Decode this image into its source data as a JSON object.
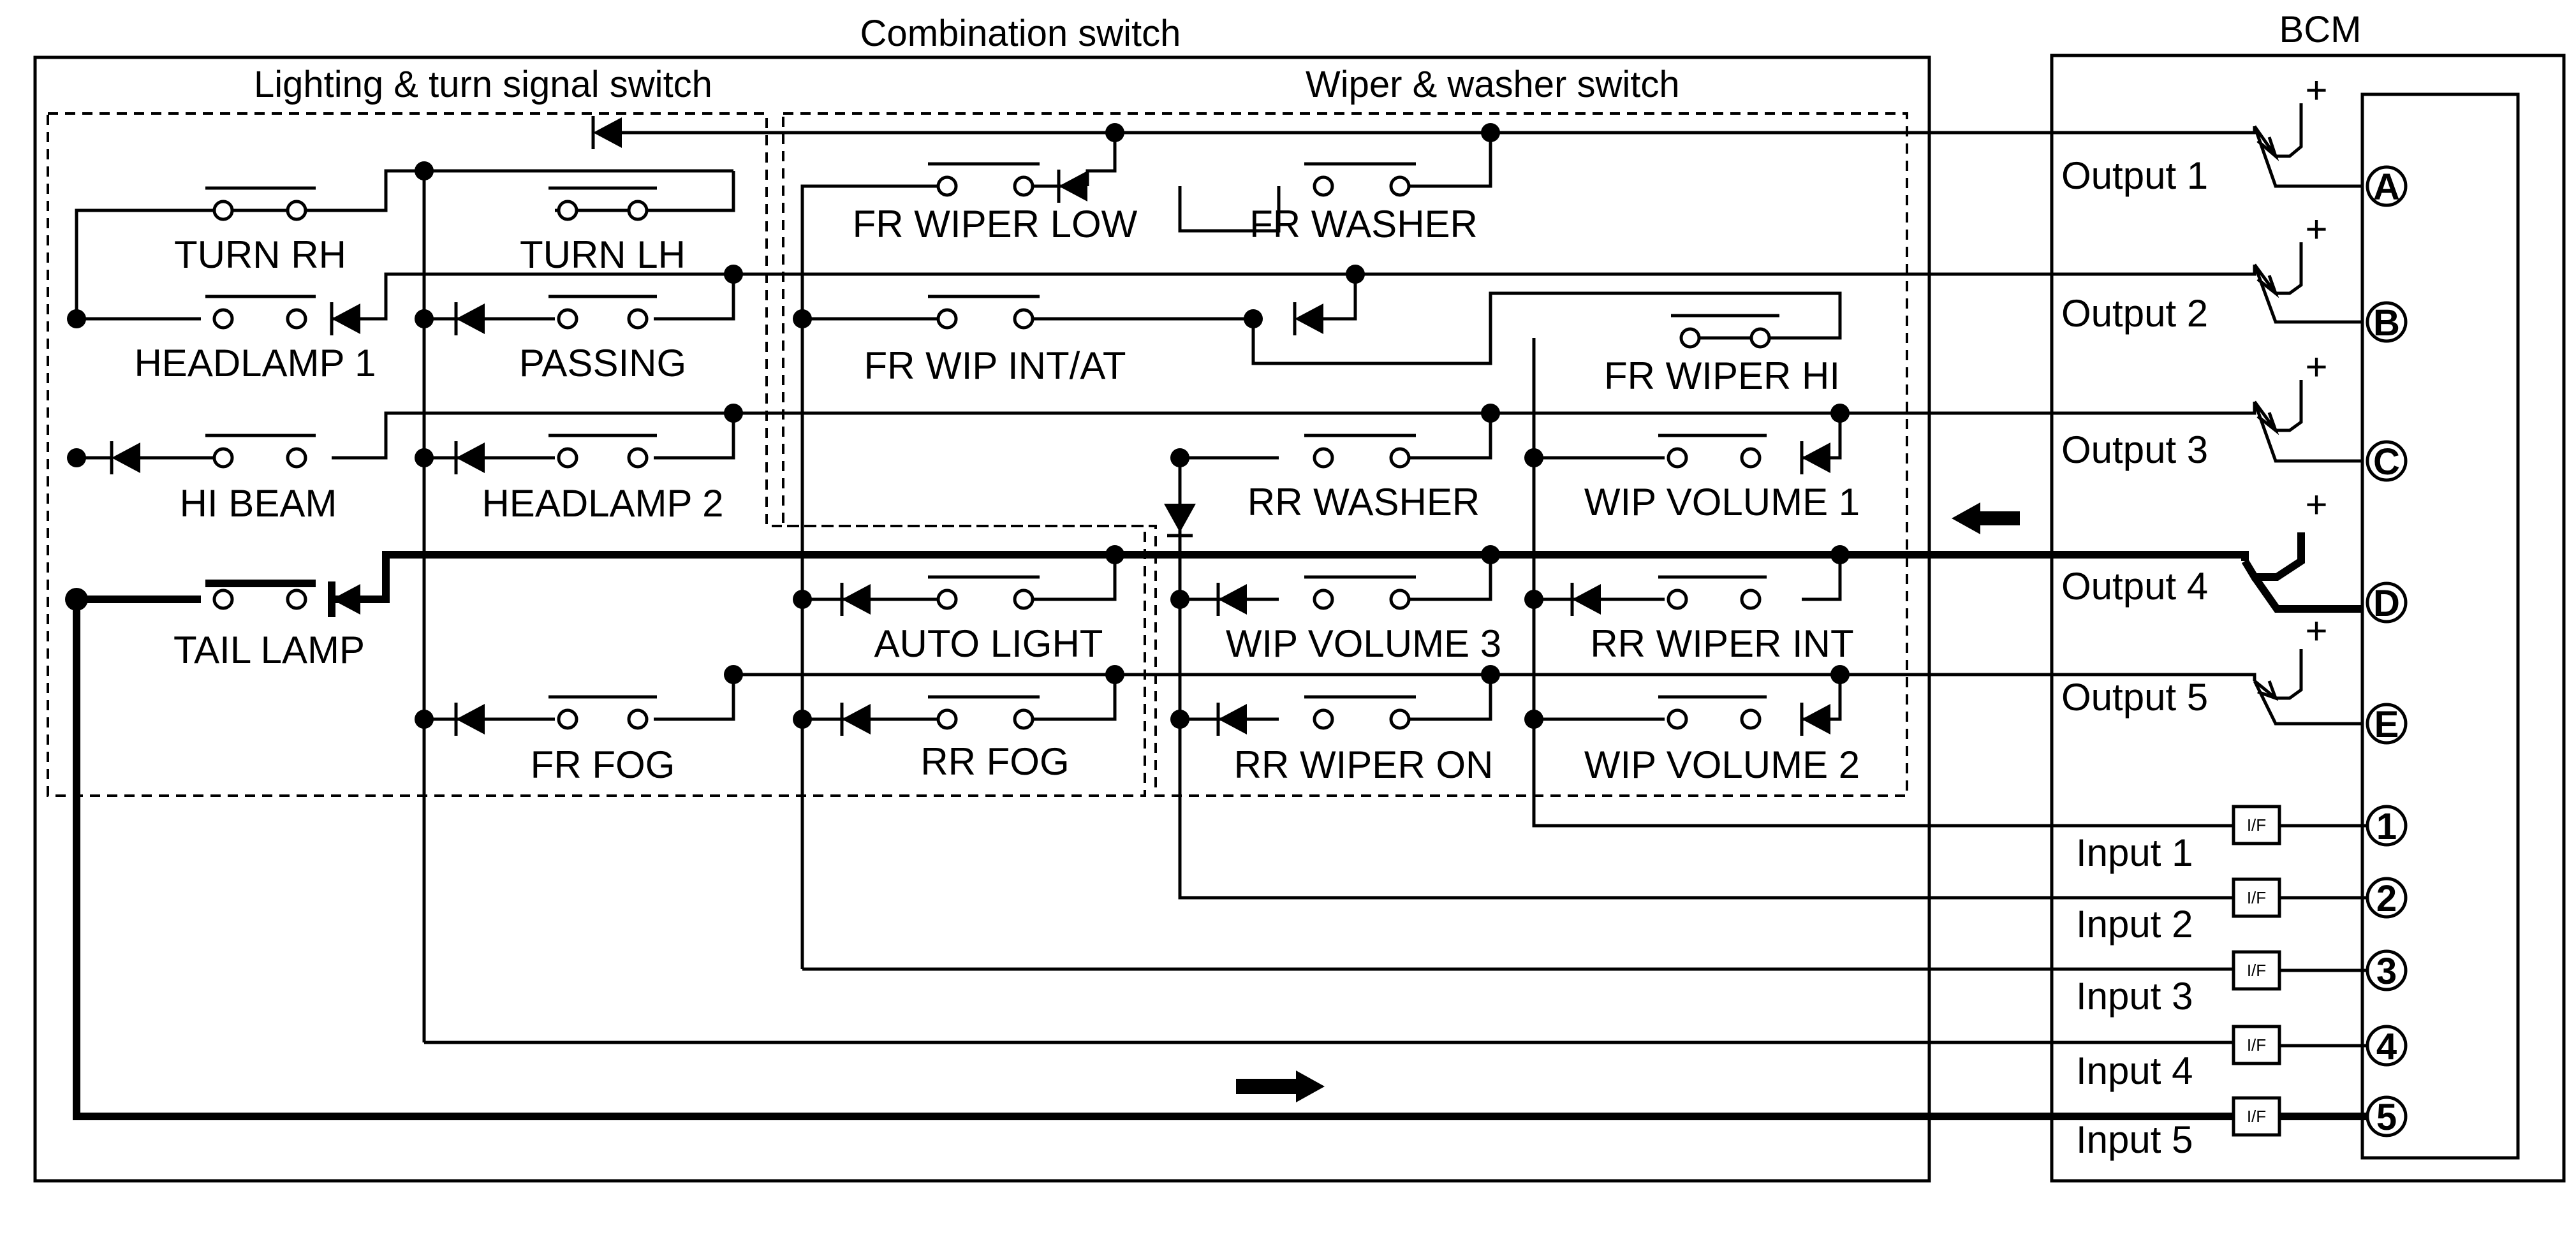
{
  "titles": {
    "combination_switch": "Combination switch",
    "bcm": "BCM",
    "lighting_switch": "Lighting & turn signal switch",
    "wiper_switch": "Wiper & washer switch"
  },
  "switches": [
    {
      "label": "TURN RH"
    },
    {
      "label": "TURN LH"
    },
    {
      "label": "HEADLAMP 1"
    },
    {
      "label": "PASSING"
    },
    {
      "label": "HI BEAM"
    },
    {
      "label": "HEADLAMP 2"
    },
    {
      "label": "TAIL LAMP"
    },
    {
      "label": "FR FOG"
    },
    {
      "label": "FR WIPER LOW"
    },
    {
      "label": "FR WASHER"
    },
    {
      "label": "FR WIP INT/AT"
    },
    {
      "label": "FR WIPER HI"
    },
    {
      "label": "RR WASHER"
    },
    {
      "label": "WIP VOLUME 1"
    },
    {
      "label": "AUTO LIGHT"
    },
    {
      "label": "WIP VOLUME 3"
    },
    {
      "label": "RR WIPER INT"
    },
    {
      "label": "RR FOG"
    },
    {
      "label": "RR WIPER ON"
    },
    {
      "label": "WIP VOLUME 2"
    }
  ],
  "bcm": {
    "outputs": [
      {
        "label": "Output 1",
        "pin": "A",
        "plus": "+"
      },
      {
        "label": "Output 2",
        "pin": "B",
        "plus": "+"
      },
      {
        "label": "Output 3",
        "pin": "C",
        "plus": "+"
      },
      {
        "label": "Output 4",
        "pin": "D",
        "plus": "+"
      },
      {
        "label": "Output 5",
        "pin": "E",
        "plus": "+"
      }
    ],
    "inputs": [
      {
        "label": "Input 1",
        "pin": "1",
        "if": "I/F"
      },
      {
        "label": "Input 2",
        "pin": "2",
        "if": "I/F"
      },
      {
        "label": "Input 3",
        "pin": "3",
        "if": "I/F"
      },
      {
        "label": "Input 4",
        "pin": "4",
        "if": "I/F"
      },
      {
        "label": "Input 5",
        "pin": "5",
        "if": "I/F"
      }
    ]
  },
  "signal_arrows": [
    {
      "direction": "left",
      "meaning": "toward combination switch"
    },
    {
      "direction": "right",
      "meaning": "toward BCM"
    }
  ]
}
